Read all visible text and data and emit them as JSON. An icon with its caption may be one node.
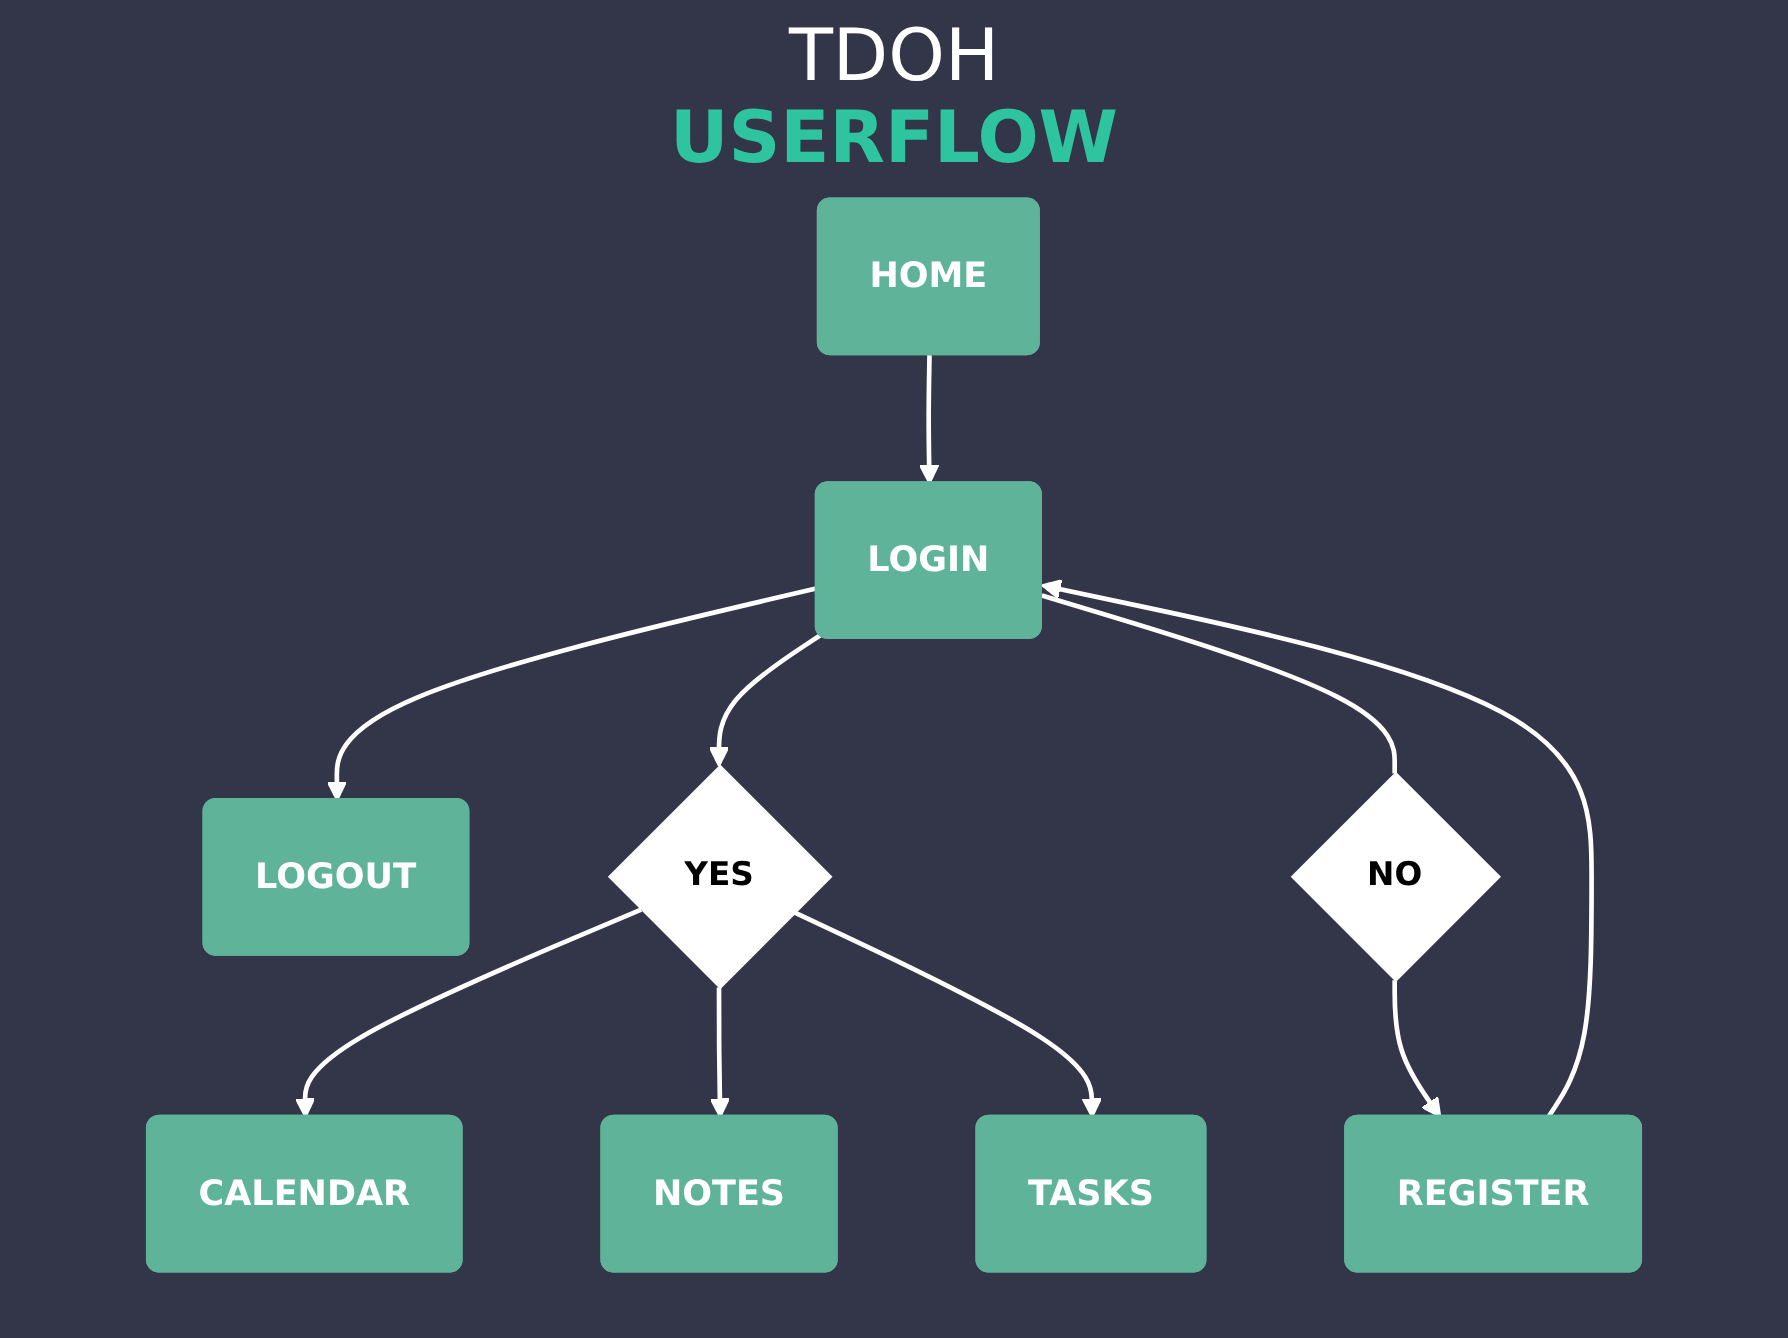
{
  "diagram": {
    "title": "TDOH",
    "nodes": [
      {
        "text": [
          "HOME"
        ]
      },
      {
        "text": [
          "REGISTER"
        ]
      },
      {
        "text": [
          "LOGOUT"
        ]
      },
      {
        "text": [
          "LOGIN"
        ]
      },
      {
        "text": [
          "YES"
        ]
      },
      {
        "text": [
          "NO"
        ]
      },
      {
        "text": [
          "CALENDAR"
        ]
      },
      {
        "text": [
          "NOTES"
        ]
      },
      {
        "text": [
          "TASKS"
        ]
      }
    ],
    "edges": [
      {
        "from": 0,
        "to": 3,
        "arrow": "to"
      },
      {
        "from": 3,
        "to": 2,
        "arrow": "to"
      },
      {
        "from": 1,
        "to": 3,
        "arrow": "to"
      },
      {
        "from": 3,
        "to": 4,
        "arrow": "to"
      },
      {
        "from": 3,
        "to": 5,
        "arrow": "none"
      },
      {
        "from": 5,
        "to": 1,
        "arrow": "to"
      },
      {
        "from": 4,
        "to": 6,
        "arrow": "to"
      },
      {
        "from": 4,
        "to": 7,
        "arrow": "to"
      },
      {
        "from": 4,
        "to": 8,
        "arrow": "to"
      }
    ],
    "labels": [
      "USERFLOW"
    ]
  }
}
